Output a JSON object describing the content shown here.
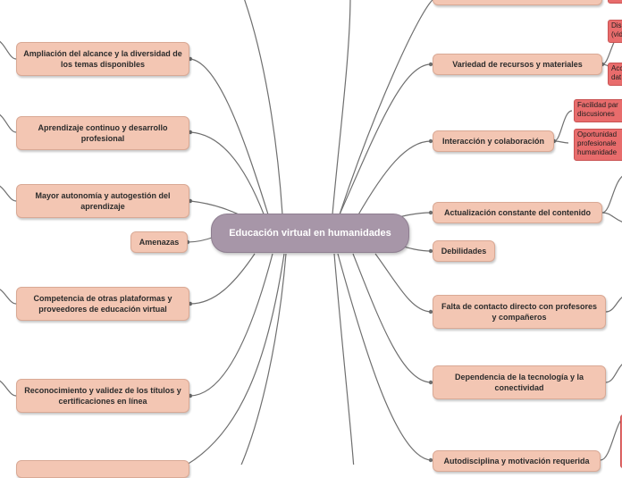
{
  "center": {
    "label": "Educación virtual en humanidades"
  },
  "left_nodes": [
    "Ampliación del alcance y la diversidad de los temas disponibles",
    "Aprendizaje continuo y desarrollo profesional",
    "Mayor autonomía y autogestión del aprendizaje",
    "Amenazas",
    "Competencia de otras plataformas y proveedores de educación virtual",
    "Reconocimiento y validez de los títulos y certificaciones en línea"
  ],
  "right_nodes": [
    "Variedad de recursos y materiales",
    "Interacción y colaboración",
    "Actualización constante del contenido",
    "Debilidades",
    "Falta de contacto directo con profesores y compañeros",
    "Dependencia de la tecnología y la conectividad",
    "Autodisciplina y motivación requerida"
  ],
  "leaf_nodes": [
    "Dis (vid",
    "Acc dat",
    "Facilidad par discusiones",
    "Oportunidad profesionale humanidade"
  ],
  "colors": {
    "node_fill": "#f3c6b3",
    "center_fill": "#a796a8",
    "leaf_fill": "#e86c6c",
    "edge": "#6f6f6f"
  }
}
